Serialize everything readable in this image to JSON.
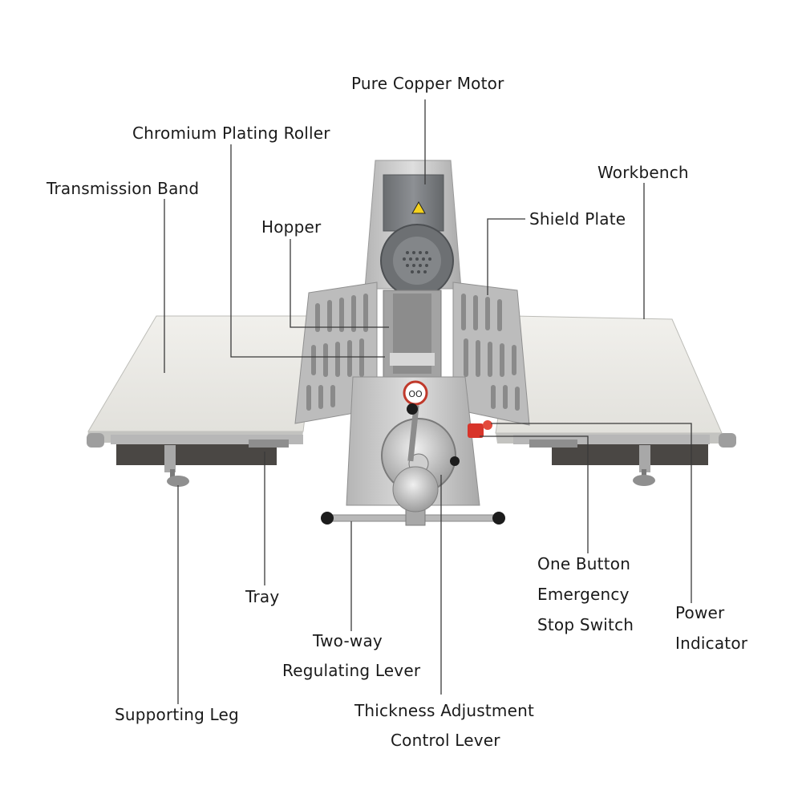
{
  "labels": {
    "pure_copper_motor": "Pure Copper Motor",
    "chromium_plating_roller": "Chromium Plating Roller",
    "transmission_band": "Transmission Band",
    "hopper": "Hopper",
    "workbench": "Workbench",
    "shield_plate": "Shield Plate",
    "tray": "Tray",
    "two_way_line1": "Two-way",
    "two_way_line2": "Regulating Lever",
    "supporting_leg": "Supporting Leg",
    "thickness_line1": "Thickness Adjustment",
    "thickness_line2": "Control Lever",
    "emergency_line1": "One Button",
    "emergency_line2": "Emergency",
    "emergency_line3": "Stop Switch",
    "power_line1": "Power",
    "power_line2": "Indicator"
  },
  "colors": {
    "steel": "#c9c9c9",
    "steel_dark": "#9a9a9a",
    "belt": "#ecebe6",
    "motor": "#7f8285",
    "tray": "#4a4744",
    "warning": "#f5d21c",
    "knob": "#1c1c1c",
    "indicator": "#d8342a"
  },
  "icons": {
    "warning": "warning-triangle-icon"
  }
}
